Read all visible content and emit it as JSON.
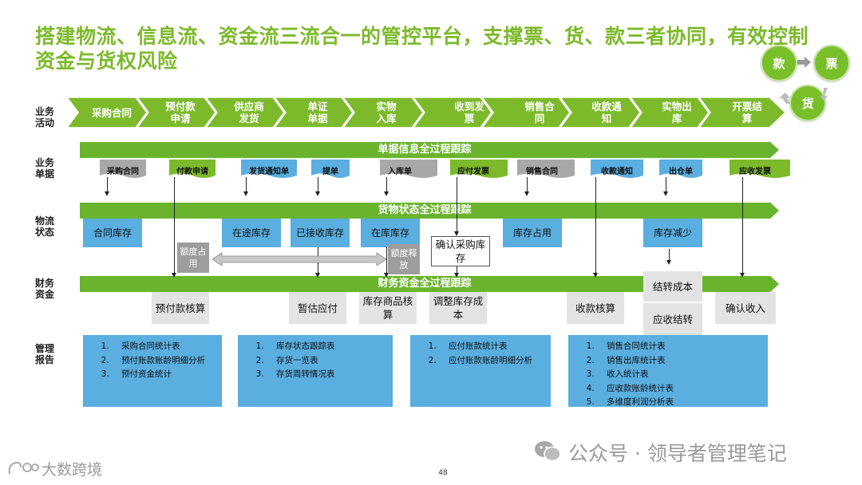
{
  "title": "搭建物流、信息流、资金流三流合一的管控平台，支撑票、货、款三者协同，有效控制资金与货权风险",
  "row_labels": {
    "activity": "业务活动",
    "docs": "业务单据",
    "logistics": "物流状态",
    "finance": "财务资金",
    "reports": "管理报告"
  },
  "chevrons": [
    "采购合同",
    "预付款申请",
    "供应商发货",
    "单证单据",
    "实物入库",
    "收到发票",
    "销售合同",
    "收款通知",
    "实物出库",
    "开票结算"
  ],
  "bands": {
    "docs": "单据信息全过程跟踪",
    "logistics": "货物状态全过程跟踪",
    "finance": "财务资金全过程跟踪"
  },
  "documents": [
    "采购合同",
    "付款申请",
    "发货通知单",
    "提单",
    "入库单",
    "应付发票",
    "销售合同",
    "收款通知",
    "出仓单",
    "应收发票"
  ],
  "logistics_boxes": [
    "合同库存",
    "在途库存",
    "已接收库存",
    "在库库存",
    "库存占用",
    "库存减少"
  ],
  "quota": {
    "occupy": "额度占用",
    "release": "额度释放"
  },
  "confirm_purchase": "确认采购库存",
  "finance_boxes": [
    "预付款核算",
    "暂估应付",
    "库存商品核算",
    "调整库存成本",
    "收款核算",
    "结转成本",
    "应收结转",
    "确认收入"
  ],
  "reports": [
    [
      "采购合同统计表",
      "预付账款账龄明细分析",
      "预付资金统计"
    ],
    [
      "库存状态跟踪表",
      "存货一览表",
      "存货周转情况表"
    ],
    [
      "应付账款统计表",
      "应付账款账龄明细分析"
    ],
    [
      "销售合同统计表",
      "销售出库统计表",
      "收入统计表",
      "应收款账龄统计表",
      "多维度利润分析表"
    ]
  ],
  "corner": {
    "payment": "款",
    "ticket": "票",
    "goods": "货"
  },
  "watermark_right": "公众号 · 领导者管理笔记",
  "watermark_left": "大数跨境",
  "page_number": "48",
  "colors": {
    "green": "#6ab42d",
    "chevron": "#7cba2b",
    "blue": "#5aaee0",
    "gray": "#9d9d9d"
  }
}
